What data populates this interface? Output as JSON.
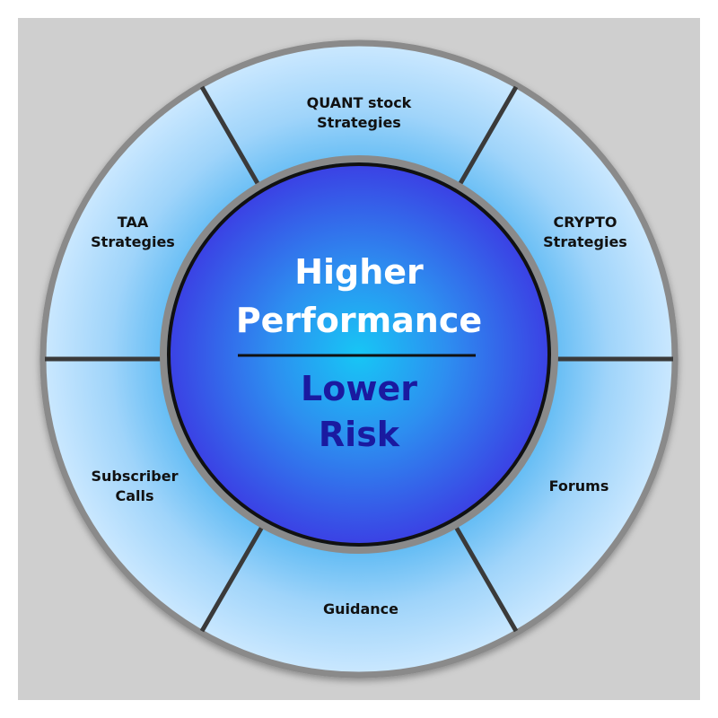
{
  "diagram": {
    "center": {
      "top_lines": [
        "Higher",
        "Performance"
      ],
      "bottom_lines": [
        "Lower",
        "Risk"
      ]
    },
    "segments": [
      {
        "lines": [
          "QUANT stock",
          "Strategies"
        ]
      },
      {
        "lines": [
          "CRYPTO",
          "Strategies"
        ]
      },
      {
        "lines": [
          "Forums"
        ]
      },
      {
        "lines": [
          "Guidance"
        ]
      },
      {
        "lines": [
          "Subscriber",
          "Calls"
        ]
      },
      {
        "lines": [
          "TAA",
          "Strategies"
        ]
      }
    ],
    "colors": {
      "background_panel": "#cfcfcf",
      "ring_outer": "#c8e6ff",
      "ring_inner": "#4fb4f2",
      "ring_border": "#8a8a8a",
      "divider": "#3a3a3a",
      "center_core": "#17c6f5",
      "center_edge": "#3a3fe6",
      "center_border": "#111111",
      "top_text": "#ffffff",
      "bottom_text": "#1a1aa0"
    }
  }
}
